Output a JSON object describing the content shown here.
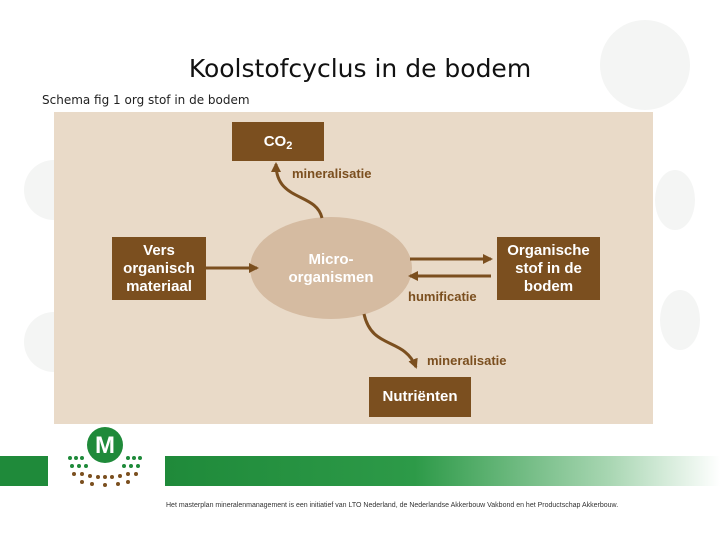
{
  "title": "Koolstofcyclus in de bodem",
  "subtitle": "Schema fig 1 org stof in de bodem",
  "diagram": {
    "co2": {
      "main": "CO",
      "sub": "2"
    },
    "mineralisatie_top": "mineralisatie",
    "vers": [
      "Vers",
      "organisch",
      "materiaal"
    ],
    "micro": [
      "Micro-",
      "organismen"
    ],
    "organische": [
      "Organische",
      "stof in de",
      "bodem"
    ],
    "humificatie": "humificatie",
    "mineralisatie_bottom": "mineralisatie",
    "nutrienten": "Nutriënten"
  },
  "logo": {
    "letter": "M"
  },
  "footer": "Het masterplan mineralenmanagement is een initiatief van LTO Nederland, de Nederlandse Akkerbouw Vakbond en het Productschap Akkerbouw.",
  "colors": {
    "box": "#7b4f1f",
    "panel": "#e9dac8",
    "ellipse": "#d5bba1",
    "green": "#1f8a3a"
  }
}
